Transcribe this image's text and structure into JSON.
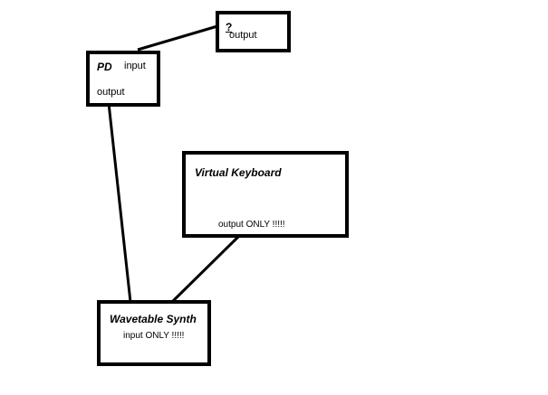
{
  "nodes": {
    "question": {
      "mark": "?",
      "output_label": "output"
    },
    "pd": {
      "title": "PD",
      "input_label": "input",
      "output_label": "output"
    },
    "virtual_keyboard": {
      "title": "Virtual Keyboard",
      "output_label": "output ONLY !!!!!"
    },
    "wavetable_synth": {
      "title": "Wavetable Synth",
      "input_label": "input ONLY !!!!!"
    }
  },
  "connections": [
    {
      "from": "pd",
      "to": "question"
    },
    {
      "from": "pd",
      "to": "wavetable_synth"
    },
    {
      "from": "virtual_keyboard",
      "to": "wavetable_synth"
    }
  ],
  "colors": {
    "stroke": "#000000",
    "background": "#ffffff"
  }
}
